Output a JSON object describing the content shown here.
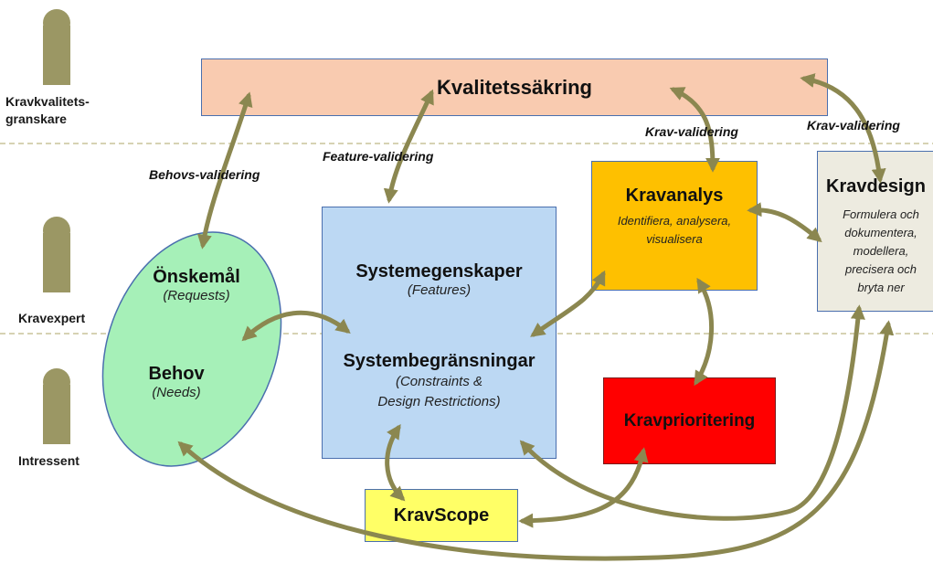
{
  "roles": {
    "quality_reviewer": "Kravkvalitets-\ngranskare",
    "expert": "Kravexpert",
    "stakeholder": "Intressent"
  },
  "boxes": {
    "quality_assurance": {
      "title": "Kvalitetssäkring"
    },
    "wishes": {
      "title": "Önskemål",
      "subtitle": "(Requests)"
    },
    "needs": {
      "title": "Behov",
      "subtitle": "(Needs)"
    },
    "features": {
      "title": "Systemegenskaper",
      "subtitle": "(Features)"
    },
    "constraints": {
      "title": "Systembegränsningar",
      "subtitle": "(Constraints &\nDesign Restrictions)"
    },
    "analysis": {
      "title": "Kravanalys",
      "subtitle": "Identifiera, analysera,\nvisualisera"
    },
    "design": {
      "title": "Kravdesign",
      "subtitle": "Formulera och\ndokumentera,\nmodellera,\nprecisera och\nbryta ner"
    },
    "prioritization": {
      "title": "Kravprioritering"
    },
    "scope": {
      "title": "KravScope"
    }
  },
  "arrow_labels": {
    "needs_validation": "Behovs-validering",
    "feature_validation": "Feature-validering",
    "req_validation_1": "Krav-validering",
    "req_validation_2": "Krav-validering"
  },
  "colors": {
    "arrow": "#8b8750",
    "person": "#9b9764",
    "quality_fill": "#f9cbb0",
    "ellipse_fill": "#a6f0b8",
    "features_fill": "#bcd8f3",
    "analysis_fill": "#fec000",
    "design_fill": "#edebe0",
    "prioritization_fill": "#ff0000",
    "scope_fill": "#ffff66"
  }
}
